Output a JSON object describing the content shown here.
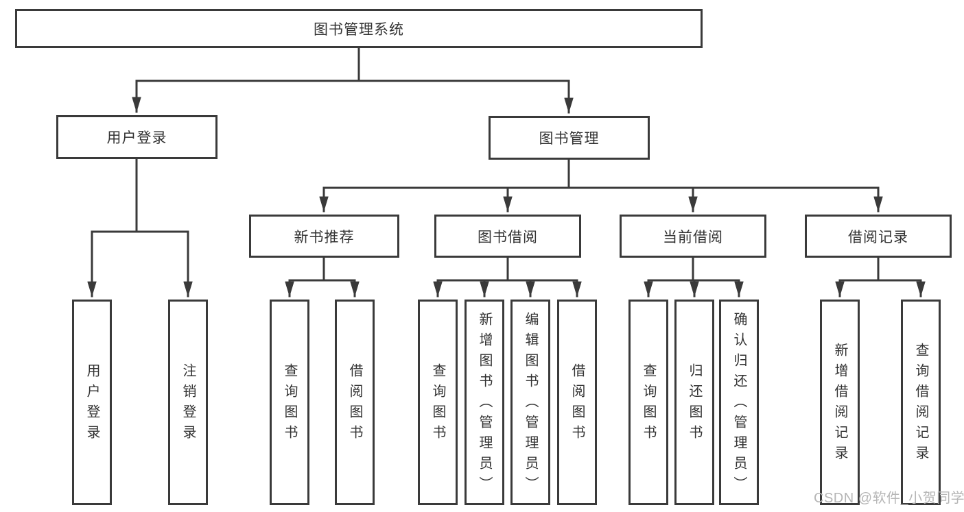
{
  "diagram": {
    "root": {
      "label": "图书管理系统",
      "children": [
        {
          "label": "用户登录",
          "children": [
            {
              "label": "用户登录"
            },
            {
              "label": "注销登录"
            }
          ]
        },
        {
          "label": "图书管理",
          "children": [
            {
              "label": "新书推荐",
              "children": [
                {
                  "label": "查询图书"
                },
                {
                  "label": "借阅图书"
                }
              ]
            },
            {
              "label": "图书借阅",
              "children": [
                {
                  "label": "查询图书"
                },
                {
                  "label": "新增图书（管理员）"
                },
                {
                  "label": "编辑图书（管理员）"
                },
                {
                  "label": "借阅图书"
                }
              ]
            },
            {
              "label": "当前借阅",
              "children": [
                {
                  "label": "查询图书"
                },
                {
                  "label": "归还图书"
                },
                {
                  "label": "确认归还（管理员）"
                }
              ]
            },
            {
              "label": "借阅记录",
              "children": [
                {
                  "label": "新增借阅记录"
                },
                {
                  "label": "查询借阅记录"
                }
              ]
            }
          ]
        }
      ]
    }
  },
  "watermark": {
    "text": "CSDN @软件_小贺同学"
  },
  "colors": {
    "line": "#3a3a3a",
    "text": "#333333",
    "background": "#ffffff",
    "watermark": "#b6b6b6"
  }
}
